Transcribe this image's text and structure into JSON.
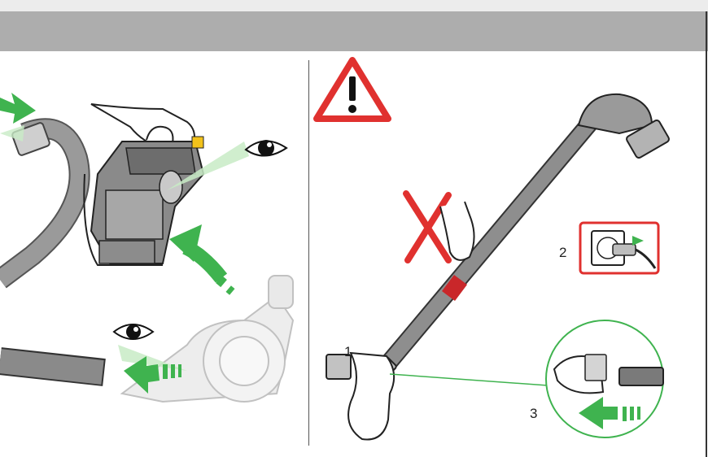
{
  "colors": {
    "header_band": "#adadad",
    "arrow_green": "#3fb34f",
    "light_green": "#c8ebc6",
    "warning_red": "#e0312f",
    "hose_gray": "#7a7a7a",
    "bin_yellow": "#f2c21b"
  },
  "left_panel": {
    "icons": [
      "green-arrow-icon",
      "eye-icon",
      "hose-icon",
      "vacuum-body-icon",
      "cyclone-bin-icon",
      "hand-icon"
    ]
  },
  "right_panel": {
    "icons": [
      "warning-triangle-icon",
      "forbidden-x-icon",
      "wand-icon",
      "plug-socket-icon",
      "sock-icon",
      "brush-tool-icon"
    ],
    "steps": {
      "step1": "1",
      "step2": "2",
      "step3": "3"
    }
  }
}
